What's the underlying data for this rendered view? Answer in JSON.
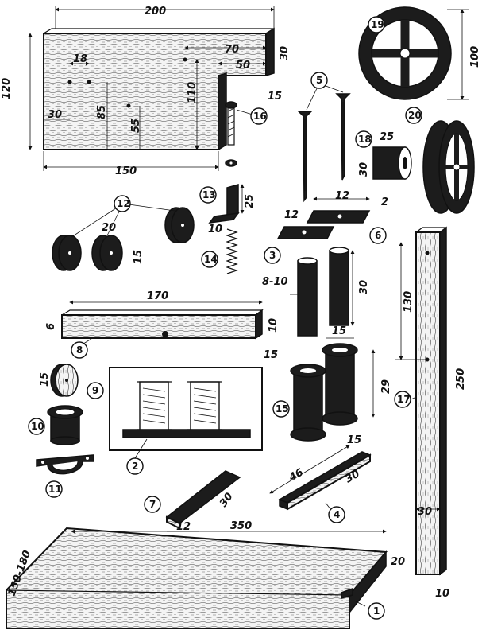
{
  "figure": {
    "part_numbers": [
      "1",
      "2",
      "3",
      "4",
      "5",
      "6",
      "7",
      "8",
      "9",
      "10",
      "11",
      "12",
      "13",
      "14",
      "15",
      "16",
      "17",
      "18",
      "19",
      "20"
    ],
    "part1": {
      "length": "350",
      "width": "150-180",
      "thickness": "20"
    },
    "top_board": {
      "length": "200",
      "bottom_length": "150",
      "height": "120",
      "notch_width": "70",
      "notch_depth": "50",
      "notch_height": "30",
      "step_height": "110",
      "thickness": "15",
      "hole_a": "18",
      "hole_b": "30",
      "hole_c": "85",
      "hole_d": "55"
    },
    "part6": {
      "length": "12",
      "width": "12",
      "thickness": "2"
    },
    "part3": {
      "diameter": "8-10",
      "length": "30"
    },
    "part8": {
      "length": "170",
      "height": "10",
      "left_height": "6",
      "thickness": "15"
    },
    "part9": {
      "diameter": "15"
    },
    "part12": {
      "width": "20",
      "diameter": "15"
    },
    "part13": {
      "height": "25",
      "width": "10"
    },
    "part15": {
      "diameter": "15",
      "height": "29"
    },
    "part17": {
      "length": "130",
      "full_length": "250",
      "width": "30",
      "thickness": "10"
    },
    "part18": {
      "diameter": "25",
      "length": "30"
    },
    "part19": {
      "diameter": "100"
    },
    "part4": {
      "length": "46",
      "width": "30",
      "thickness": "15"
    },
    "part7": {
      "length": "30",
      "width": "12"
    }
  }
}
